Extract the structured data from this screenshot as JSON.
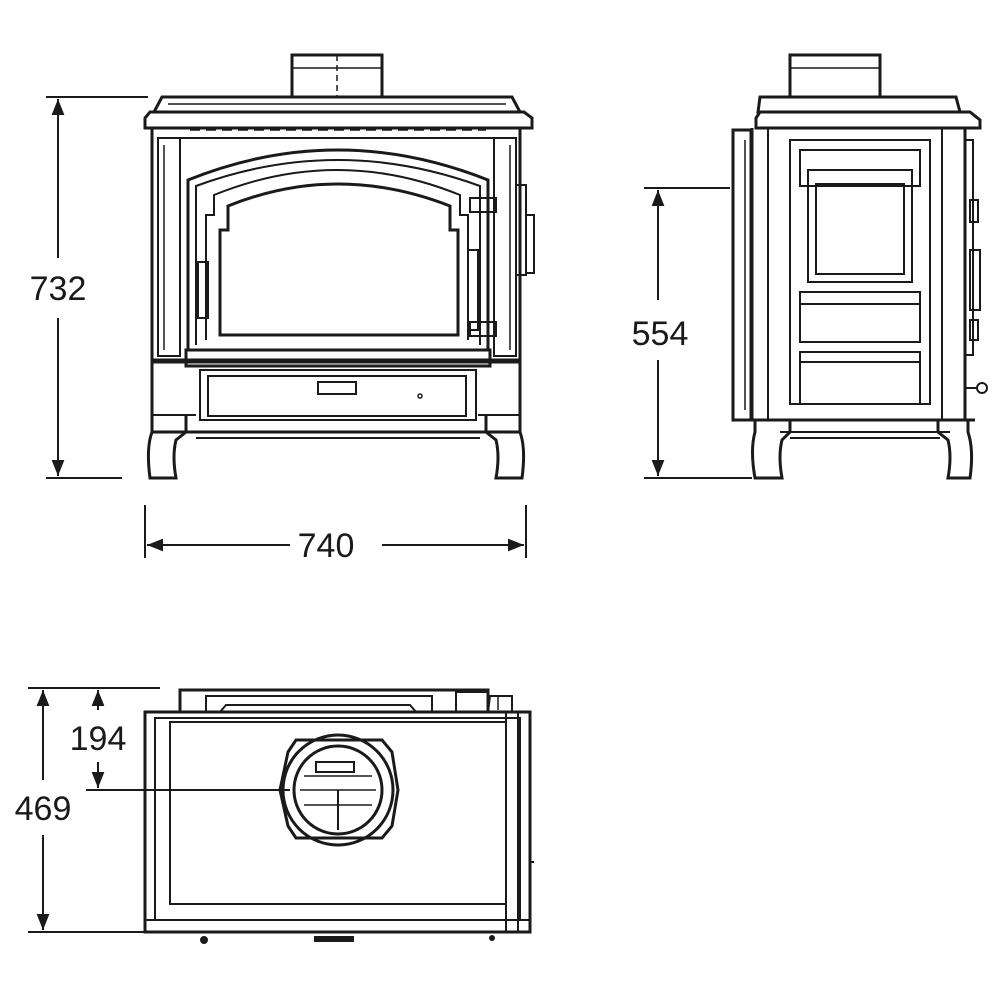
{
  "dimensions": {
    "front_height": "732",
    "front_width": "740",
    "side_flue_height": "554",
    "top_flue_offset": "194",
    "top_depth": "469"
  }
}
